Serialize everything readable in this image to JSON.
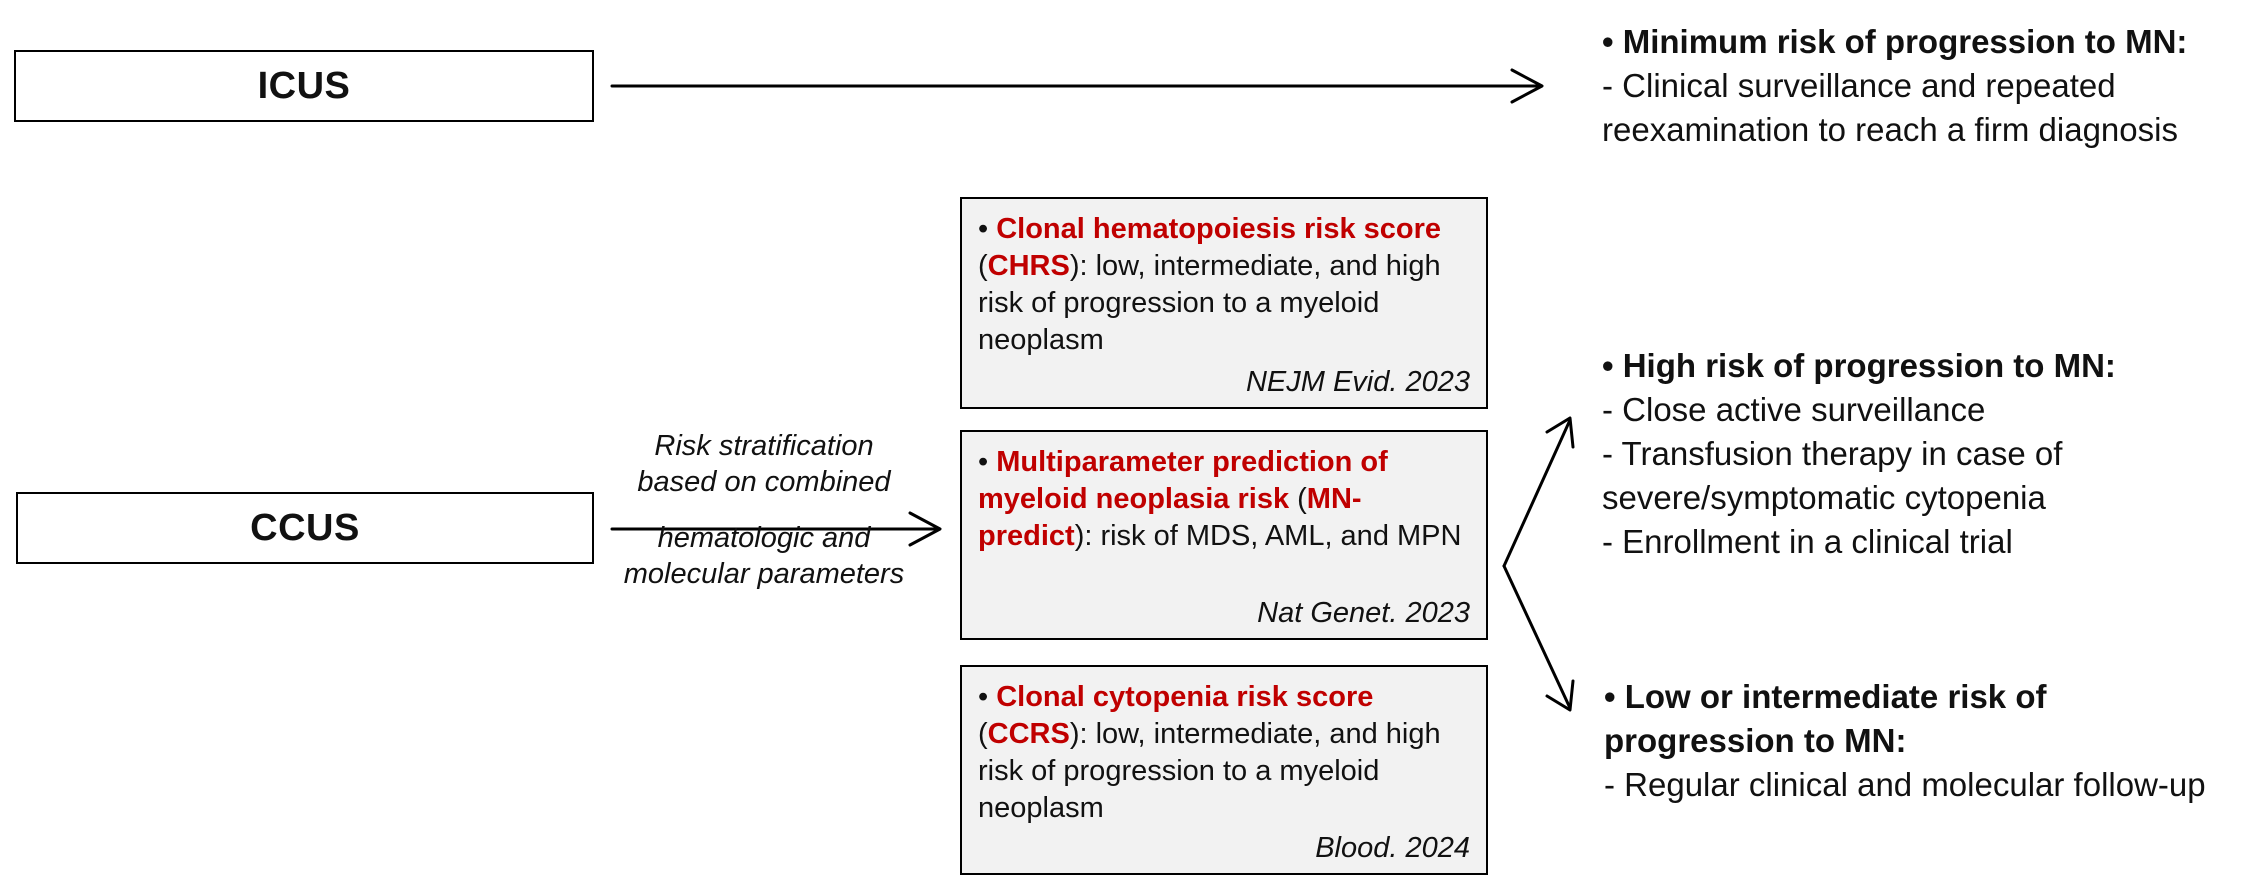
{
  "icus": {
    "label": "ICUS",
    "outcome_heading": "• Minimum risk of progression to MN:",
    "outcome_lines": [
      "- Clinical surveillance and repeated",
      "reexamination to reach a firm diagnosis"
    ]
  },
  "ccus": {
    "label": "CCUS",
    "stratification_lines": [
      "Risk stratification",
      "based on combined",
      "hematologic and",
      "molecular parameters"
    ]
  },
  "scores": {
    "chrs": {
      "bullet": "• ",
      "name_red": "Clonal hematopoiesis risk score",
      "open": " (",
      "abbr_red": "CHRS",
      "desc": "): low, intermediate, and high risk of progression to a myeloid neoplasm",
      "citation": "NEJM Evid. 2023"
    },
    "mn_predict": {
      "bullet": "• ",
      "name_red": "Multiparameter prediction of myeloid neoplasia risk",
      "open": " (",
      "abbr_red": "MN-predict",
      "desc": "): risk of MDS, AML, and MPN",
      "citation": "Nat Genet. 2023"
    },
    "ccrs": {
      "bullet": "• ",
      "name_red": "Clonal cytopenia risk score",
      "open": " (",
      "abbr_red": "CCRS",
      "desc": "): low, intermediate, and high risk of progression to a myeloid neoplasm",
      "citation": "Blood. 2024"
    }
  },
  "outcomes": {
    "high": {
      "heading": "• High risk of progression to MN:",
      "lines": [
        "- Close active surveillance",
        "- Transfusion therapy in case of severe/symptomatic cytopenia",
        "- Enrollment in a clinical trial"
      ]
    },
    "low": {
      "heading": "• Low or intermediate risk of progression to MN:",
      "lines": [
        "- Regular clinical and molecular follow-up"
      ]
    }
  },
  "colors": {
    "accent_red": "#c00000",
    "box_fill": "#f2f2f2",
    "stroke": "#000000"
  }
}
